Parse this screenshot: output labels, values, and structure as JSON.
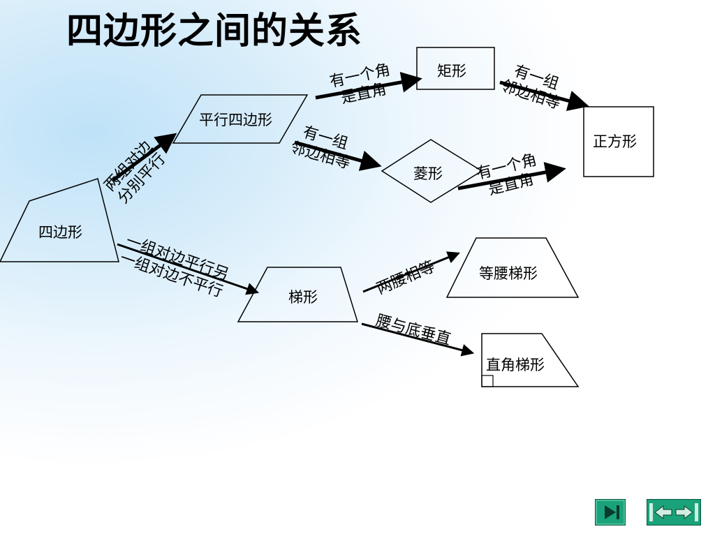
{
  "title": "四边形之间的关系",
  "shapes": {
    "quadrilateral": "四边形",
    "parallelogram": "平行四边形",
    "rectangle": "矩形",
    "rhombus": "菱形",
    "square": "正方形",
    "trapezoid": "梯形",
    "isosceles_trapezoid": "等腰梯形",
    "right_trapezoid": "直角梯形"
  },
  "conditions": {
    "to_parallelogram": [
      "两组对边",
      "分别平行"
    ],
    "to_trapezoid": [
      "一组对边平行另",
      "一组对边不平行"
    ],
    "to_rectangle": [
      "有一个角",
      "是直角"
    ],
    "to_rhombus": [
      "有一组",
      "邻边相等"
    ],
    "rectangle_to_square": [
      "有一组",
      "邻边相等"
    ],
    "rhombus_to_square": [
      "有一个角",
      "是直角"
    ],
    "to_isosceles": "两腰相等",
    "to_right_trapezoid": "腰与底垂直"
  },
  "nav": {
    "end_icon": "play-to-end-icon",
    "back_icon": "return-arrows-icon",
    "button_color": "#1aa37a"
  }
}
